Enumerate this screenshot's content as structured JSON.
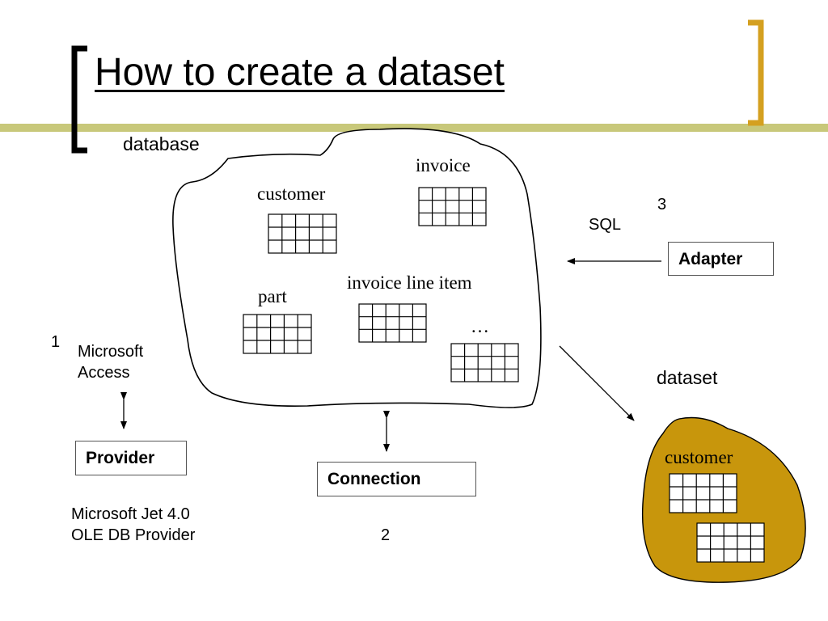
{
  "title": "How to create a dataset",
  "colors": {
    "accent_bar": "#c8c87a",
    "bracket": "#d4a020",
    "dataset_fill": "#c8960c"
  },
  "labels": {
    "database": "database",
    "dataset": "dataset",
    "sql": "SQL",
    "step1": "1",
    "step2": "2",
    "step3": "3",
    "ms_access": "Microsoft Access",
    "jet_provider": "Microsoft Jet 4.0 OLE DB Provider"
  },
  "tables": {
    "customer": "customer",
    "invoice": "invoice",
    "part": "part",
    "invoice_line_item": "invoice line item",
    "ellipsis": "…",
    "dataset_customer": "customer"
  },
  "boxes": {
    "provider": "Provider",
    "connection": "Connection",
    "adapter": "Adapter"
  }
}
